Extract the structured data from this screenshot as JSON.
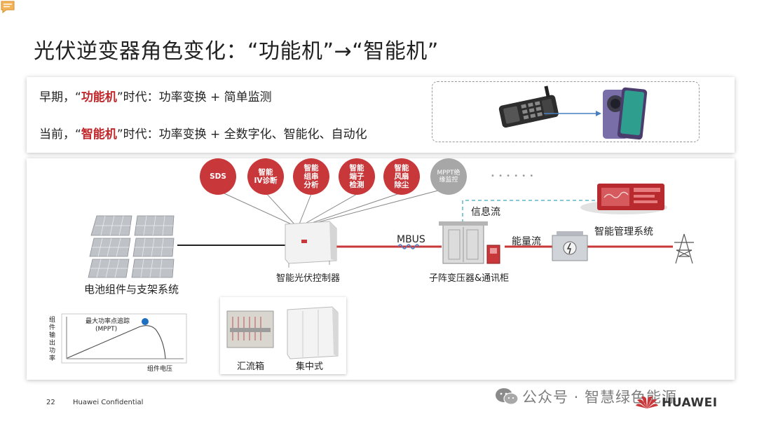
{
  "title": "光伏逆变器角色变化：“功能机”→“智能机”",
  "eras": [
    {
      "prefix": "早期，“",
      "highlight": "功能机",
      "suffix": "”时代：功率变换 + 简单监测"
    },
    {
      "prefix": "当前，“",
      "highlight": "智能机",
      "suffix": "”时代：功率变换 + 全数字化、智能化、自动化"
    }
  ],
  "bubbles": [
    {
      "lines": [
        "SDS"
      ],
      "style": "red"
    },
    {
      "lines": [
        "智能",
        "IV诊断"
      ],
      "style": "red"
    },
    {
      "lines": [
        "智能",
        "组串",
        "分析"
      ],
      "style": "red"
    },
    {
      "lines": [
        "智能",
        "端子",
        "检测"
      ],
      "style": "red"
    },
    {
      "lines": [
        "智能",
        "风扇",
        "除尘"
      ],
      "style": "red"
    },
    {
      "lines": [
        "MPPT绝",
        "缘监控"
      ],
      "style": "grey"
    }
  ],
  "ellipsis": "• • • • • •",
  "diagram": {
    "pv_label": "电池组件与支架系统",
    "controller_label": "智能光伏控制器",
    "mbus_label": "MBUS",
    "transformer_label": "子阵变压器&通讯柜",
    "info_flow_label": "信息流",
    "energy_flow_label": "能量流",
    "mgmt_label": "智能管理系统"
  },
  "mppt_chart": {
    "y_label_chars": [
      "组",
      "件",
      "输",
      "出",
      "功",
      "率"
    ],
    "x_label": "组件电压",
    "peak_label": "最大功率点追踪",
    "peak_sub": "(MPPT)"
  },
  "sub_devices": {
    "left": "汇流箱",
    "right": "集中式"
  },
  "footer": {
    "page": "22",
    "confidential": "Huawei Confidential",
    "watermark": "公众号 · 智慧绿色能源",
    "brand": "HUAWEI"
  },
  "colors": {
    "accent_red": "#c0262a",
    "bubble_red": "#c8373a",
    "bubble_grey": "#a7a7a7",
    "info_dash": "#5bb8c8"
  }
}
